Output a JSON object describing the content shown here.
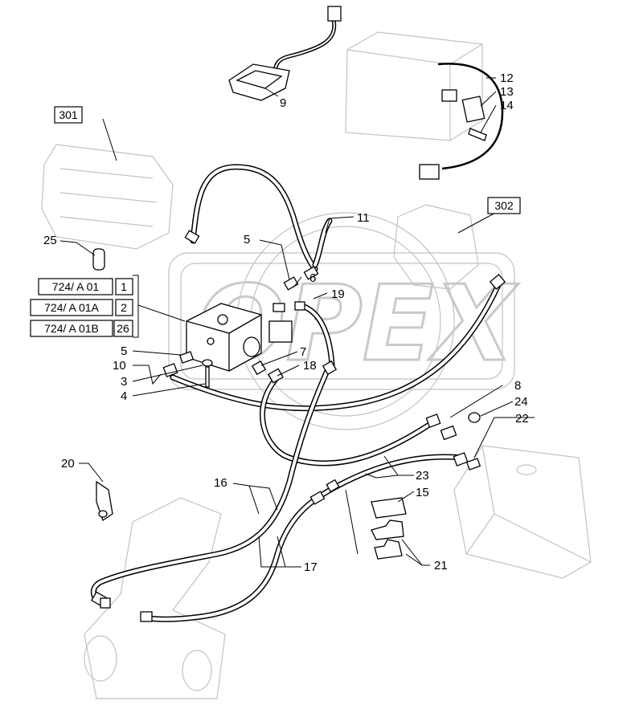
{
  "callouts": {
    "c1": "1",
    "c2": "2",
    "c3": "3",
    "c4": "4",
    "c5a": "5",
    "c5b": "5",
    "c6": "6",
    "c7": "7",
    "c8": "8",
    "c9": "9",
    "c10": "10",
    "c11": "11",
    "c12": "12",
    "c13": "13",
    "c14": "14",
    "c15": "15",
    "c16": "16",
    "c17": "17",
    "c18": "18",
    "c19": "19",
    "c20": "20",
    "c21": "21",
    "c22": "22",
    "c23": "23",
    "c24": "24",
    "c25": "25",
    "c26": "26"
  },
  "refs": {
    "r301": "301",
    "r302": "302",
    "r724a": "724/  A 01",
    "r724b": "724/  A 01A",
    "r724c": "724/  A 01B"
  },
  "watermark": "OPEX"
}
